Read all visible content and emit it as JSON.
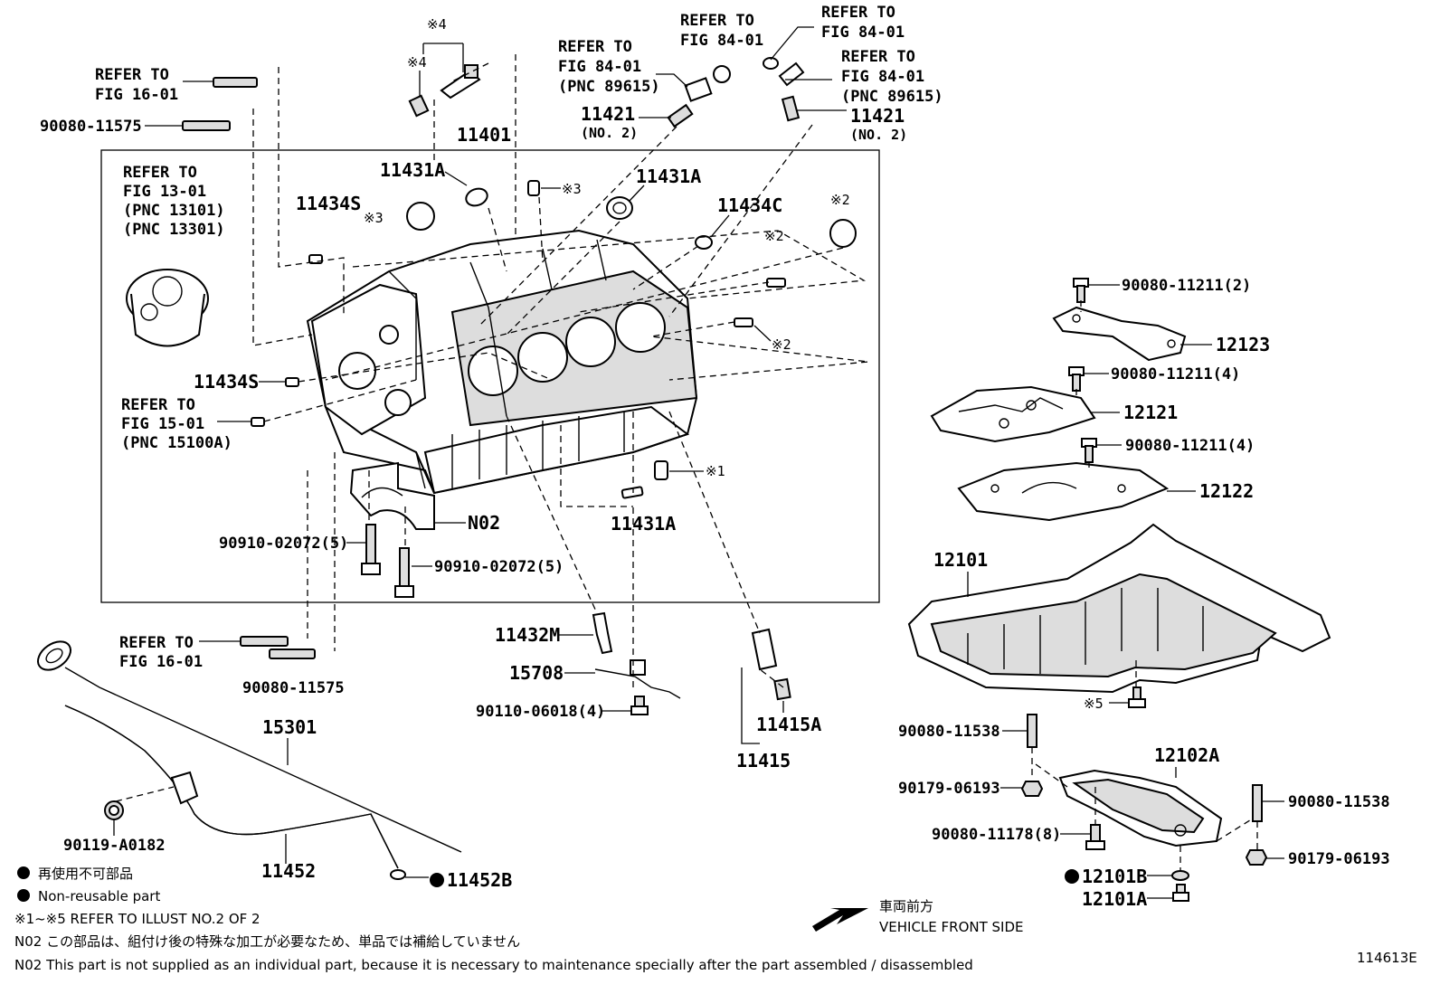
{
  "labels": {
    "refer_fig16_top": [
      "REFER TO",
      "FIG 16-01"
    ],
    "stud_top": "90080-11575",
    "mark4_a": "※4",
    "mark4_b": "※4",
    "refer_fig84_a": [
      "REFER TO",
      "FIG 84-01",
      "(PNC 89615)"
    ],
    "refer_fig84_b": [
      "REFER TO",
      "FIG 84-01"
    ],
    "refer_fig84_c": [
      "REFER TO",
      "FIG 84-01"
    ],
    "refer_fig84_d": [
      "REFER TO",
      "FIG 84-01",
      "(PNC 89615)"
    ],
    "sensor_left": [
      "11421",
      "(NO. 2)"
    ],
    "sensor_right": [
      "11421",
      "(NO. 2)"
    ],
    "block": "11401",
    "plug_a": "11431A",
    "mark3_a": "※3",
    "plug_b": "11431A",
    "mark3_b": "※3",
    "refer_fig13": [
      "REFER TO",
      "FIG 13-01",
      "(PNC 13101)",
      "(PNC 13301)"
    ],
    "pin_s_top": "11434S",
    "pin_c": "11434C",
    "mark2_a": "※2",
    "mark2_b": "※2",
    "mark2_c": "※2",
    "pin_s_left": "11434S",
    "refer_fig15": [
      "REFER TO",
      "FIG 15-01",
      "(PNC 15100A)"
    ],
    "mark1": "※1",
    "plug_c": "11431A",
    "n02": "N02",
    "bolt_a": "90910-02072(5)",
    "bolt_b": "90910-02072(5)",
    "refer_fig16_bottom": [
      "REFER TO",
      "FIG 16-01"
    ],
    "stud_bottom": "90080-11575",
    "sensor_knock": "11432M",
    "pipe": "15708",
    "bolt_pipe": "90110-06018(4)",
    "drain": "11415A",
    "drain_asm": "11415",
    "dipstick": "15301",
    "guide": "11452",
    "guide_bolt": "90119-A0182",
    "oring": "11452B",
    "bolt_12123": "90080-11211(2)",
    "stiffener": "12123",
    "bolt_12121a": "90080-11211(4)",
    "plate": "12121",
    "bolt_12121b": "90080-11211(4)",
    "baffle": "12122",
    "oil_pan": "12101",
    "mark5": "※5",
    "stud_pan_a": "90080-11538",
    "nut_pan_a": "90179-06193",
    "oil_pan2": "12102A",
    "stud_pan_b": "90080-11538",
    "bolt_pan2": "90080-11178(8)",
    "nut_pan_b": "90179-06193",
    "gasket": "12101B",
    "drain_plug": "12101A"
  },
  "legend": {
    "jp_nonreusable": "再使用不可部品",
    "en_nonreusable": "Non-reusable part",
    "refer_note": "※1~※5 REFER TO ILLUST NO.2 OF 2",
    "n02_jp": "N02  この部品は、組付け後の特殊な加工が必要なため、単品では補給していません",
    "n02_en": "N02  This part is not supplied as an individual part, because it is necessary to maintenance specially after the part assembled / disassembled"
  },
  "direction": {
    "jp": "車両前方",
    "en": "VEHICLE FRONT SIDE"
  },
  "illustration_id": "114613E",
  "icons": [
    "filled-circle-icon",
    "direction-arrow-icon"
  ]
}
